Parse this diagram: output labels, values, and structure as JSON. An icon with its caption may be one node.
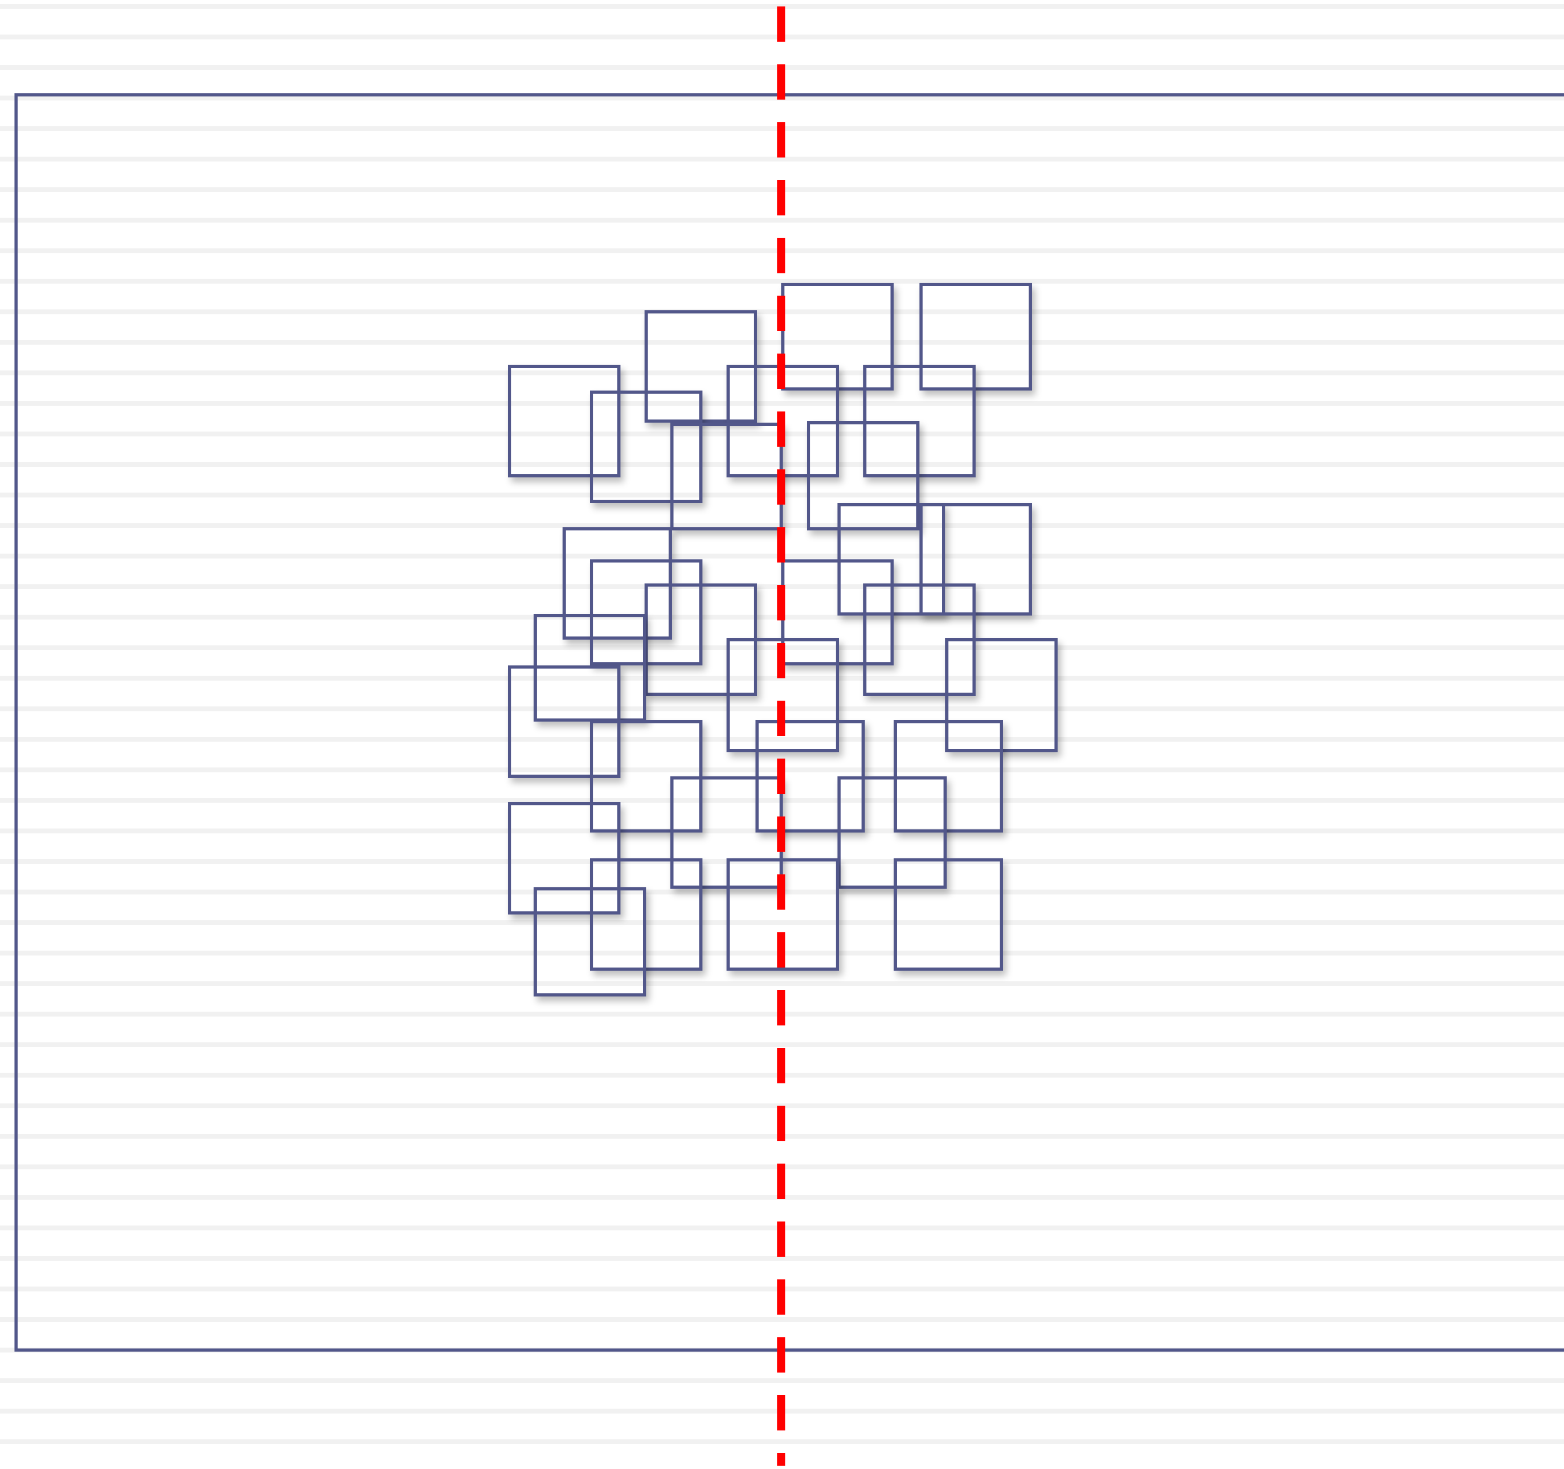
{
  "diagram": {
    "nodes": [
      {
        "text": [],
        "shape": "box"
      },
      {
        "text": [],
        "shape": "box",
        "in": 0
      },
      {
        "text": [],
        "shape": "box",
        "in": 0
      },
      {
        "text": [],
        "shape": "box",
        "in": 0
      },
      {
        "text": [],
        "shape": "box",
        "in": 0
      },
      {
        "text": [],
        "shape": "box",
        "in": 0
      },
      {
        "text": [],
        "shape": "box",
        "in": 0
      },
      {
        "text": [],
        "shape": "box",
        "in": 0
      },
      {
        "text": [],
        "shape": "box",
        "in": 0
      },
      {
        "text": [],
        "shape": "box",
        "in": 0
      },
      {
        "text": [],
        "shape": "box",
        "in": 0
      },
      {
        "text": [],
        "shape": "box",
        "in": 0
      },
      {
        "text": [],
        "shape": "box",
        "in": 0
      },
      {
        "text": [],
        "shape": "box",
        "in": 0
      },
      {
        "text": [],
        "shape": "box",
        "in": 0
      },
      {
        "text": [],
        "shape": "box",
        "in": 0
      },
      {
        "text": [],
        "shape": "box",
        "in": 0
      },
      {
        "text": [],
        "shape": "box",
        "in": 0
      },
      {
        "text": [],
        "shape": "box",
        "in": 0
      },
      {
        "text": [],
        "shape": "box",
        "in": 0
      },
      {
        "text": [],
        "shape": "box",
        "in": 0
      },
      {
        "text": [],
        "shape": "box",
        "in": 0
      },
      {
        "text": [],
        "shape": "box",
        "in": 0
      },
      {
        "text": [],
        "shape": "box",
        "in": 0
      },
      {
        "text": [],
        "shape": "box",
        "in": 0
      },
      {
        "text": [],
        "shape": "box",
        "in": 0
      },
      {
        "text": [],
        "shape": "box",
        "in": 0
      },
      {
        "text": [],
        "shape": "box",
        "in": 0
      },
      {
        "text": [],
        "shape": "box",
        "in": 0
      },
      {
        "text": [],
        "shape": "box",
        "in": 0
      },
      {
        "text": [],
        "shape": "box",
        "in": 0
      }
    ]
  }
}
